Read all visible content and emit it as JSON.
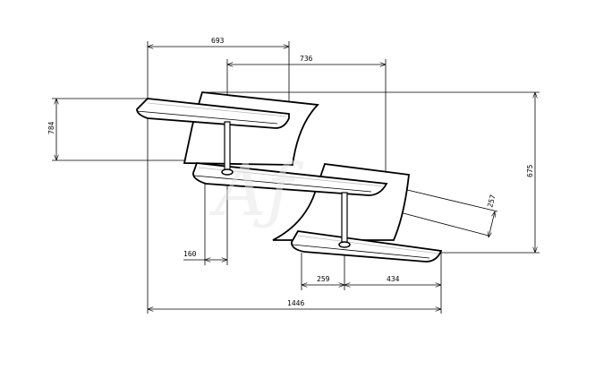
{
  "drawing": {
    "dimensions": {
      "top_shelf_width": "693",
      "upper_offset": "736",
      "upper_height": "784",
      "total_height": "675",
      "depth": "257",
      "post_offset": "160",
      "lower_left": "259",
      "lower_right": "434",
      "total_width": "1446"
    }
  }
}
